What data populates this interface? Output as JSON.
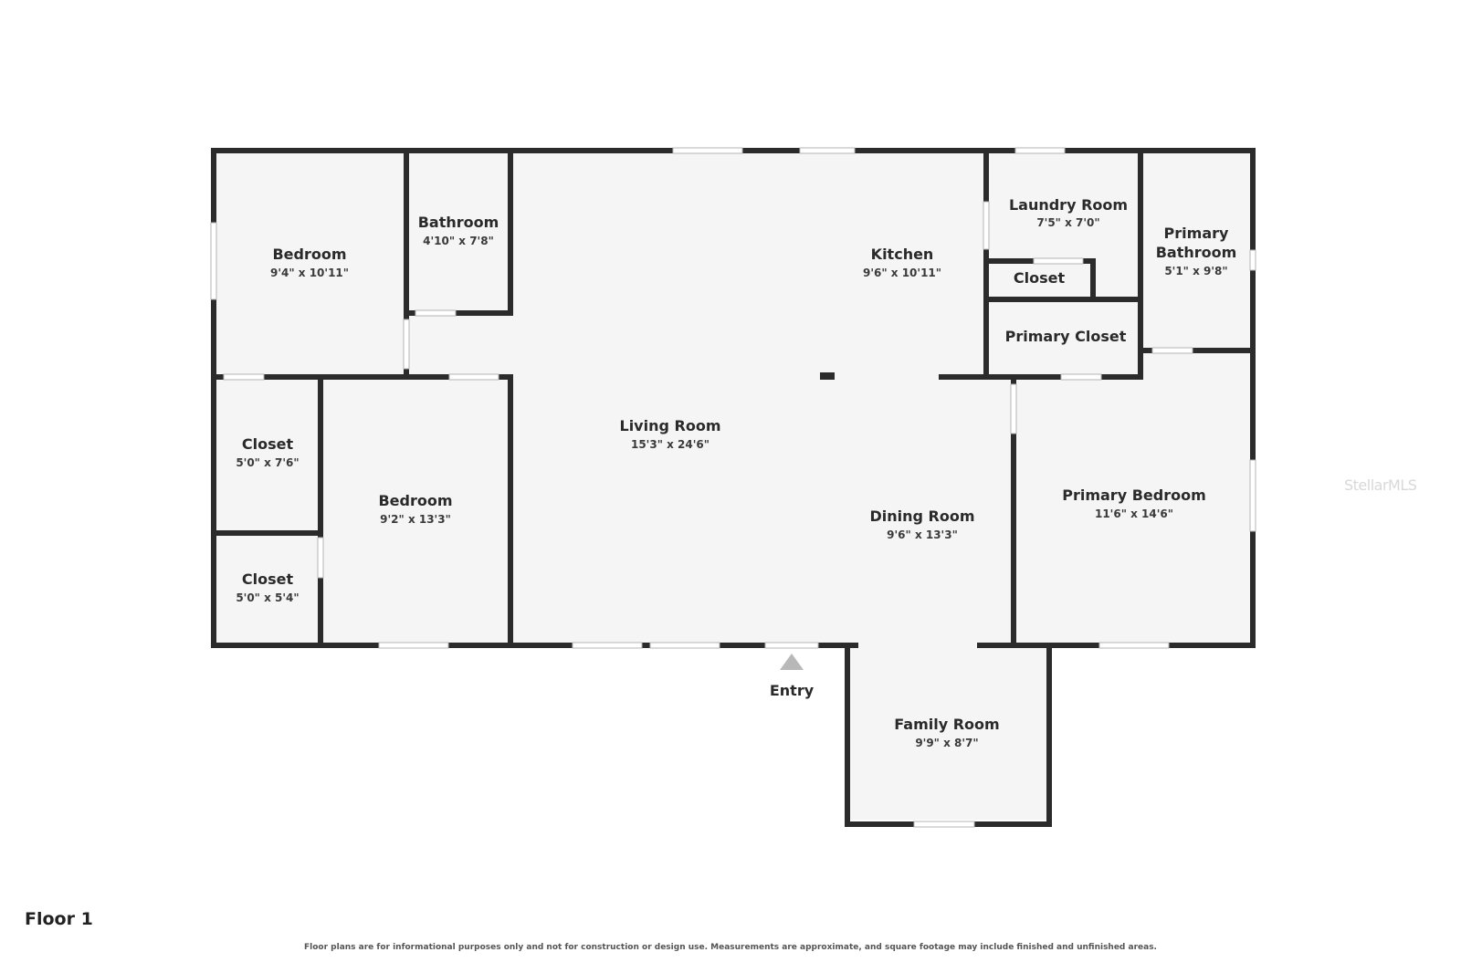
{
  "floor_label": "Floor 1",
  "disclaimer": "Floor plans are for informational purposes only and not for construction or design use. Measurements are approximate, and square footage may include finished and unfinished areas.",
  "watermark": "StellarMLS",
  "entry_label": "Entry",
  "colors": {
    "wall": "#2b2b2b",
    "floor": "#f5f5f5",
    "window": "#ffffff",
    "entry_arrow": "#b8b8b8"
  },
  "rooms": [
    {
      "id": "bedroom-1",
      "name": "Bedroom",
      "dimensions": "9'4\" x 10'11\""
    },
    {
      "id": "bathroom",
      "name": "Bathroom",
      "dimensions": "4'10\" x 7'8\""
    },
    {
      "id": "kitchen",
      "name": "Kitchen",
      "dimensions": "9'6\" x 10'11\""
    },
    {
      "id": "laundry-room",
      "name": "Laundry Room",
      "dimensions": "7'5\" x 7'0\""
    },
    {
      "id": "laundry-closet",
      "name": "Closet",
      "dimensions": ""
    },
    {
      "id": "primary-closet",
      "name": "Primary Closet",
      "dimensions": ""
    },
    {
      "id": "primary-bathroom",
      "name": "Primary Bathroom",
      "dimensions": "5'1\" x 9'8\""
    },
    {
      "id": "closet-1",
      "name": "Closet",
      "dimensions": "5'0\" x 7'6\""
    },
    {
      "id": "closet-2",
      "name": "Closet",
      "dimensions": "5'0\" x 5'4\""
    },
    {
      "id": "bedroom-2",
      "name": "Bedroom",
      "dimensions": "9'2\" x 13'3\""
    },
    {
      "id": "living-room",
      "name": "Living Room",
      "dimensions": "15'3\" x 24'6\""
    },
    {
      "id": "dining-room",
      "name": "Dining Room",
      "dimensions": "9'6\" x 13'3\""
    },
    {
      "id": "primary-bedroom",
      "name": "Primary Bedroom",
      "dimensions": "11'6\" x 14'6\""
    },
    {
      "id": "family-room",
      "name": "Family Room",
      "dimensions": "9'9\" x 8'7\""
    }
  ]
}
